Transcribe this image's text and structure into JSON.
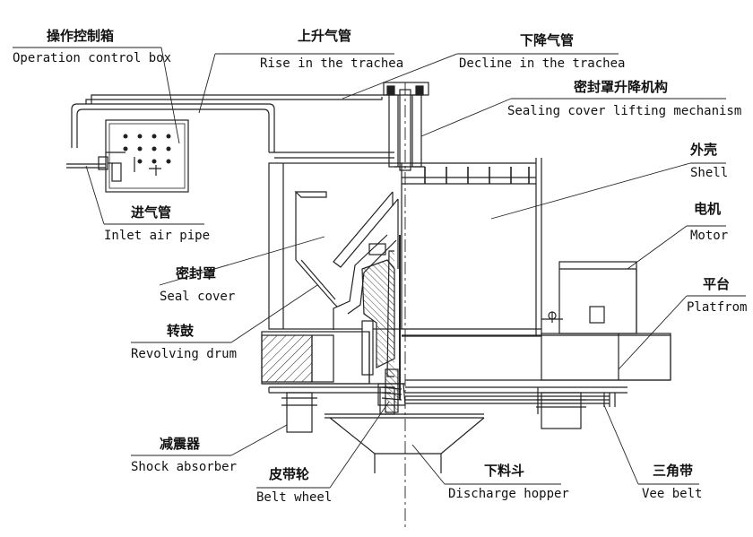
{
  "labels": {
    "control_box_zh": "操作控制箱",
    "control_box_en": "Operation control box",
    "rise_zh": "上升气管",
    "rise_en": "Rise in the trachea",
    "decline_zh": "下降气管",
    "decline_en": "Decline in the trachea",
    "lifting_zh": "密封罩升降机构",
    "lifting_en": "Sealing cover lifting mechanism",
    "shell_zh": "外壳",
    "shell_en": "Shell",
    "motor_zh": "电机",
    "motor_en": "Motor",
    "platform_zh": "平台",
    "platform_en": "Platfrom",
    "inlet_zh": "进气管",
    "inlet_en": "Inlet air pipe",
    "seal_cover_zh": "密封罩",
    "seal_cover_en": "Seal cover",
    "drum_zh": "转鼓",
    "drum_en": "Revolving drum",
    "shock_zh": "减震器",
    "shock_en": "Shock absorber",
    "belt_wheel_zh": "皮带轮",
    "belt_wheel_en": "Belt wheel",
    "hopper_zh": "下料斗",
    "hopper_en": "Discharge hopper",
    "vee_belt_zh": "三角带",
    "vee_belt_en": "Vee belt"
  },
  "colors": {
    "line": "#222222",
    "background": "#ffffff"
  }
}
